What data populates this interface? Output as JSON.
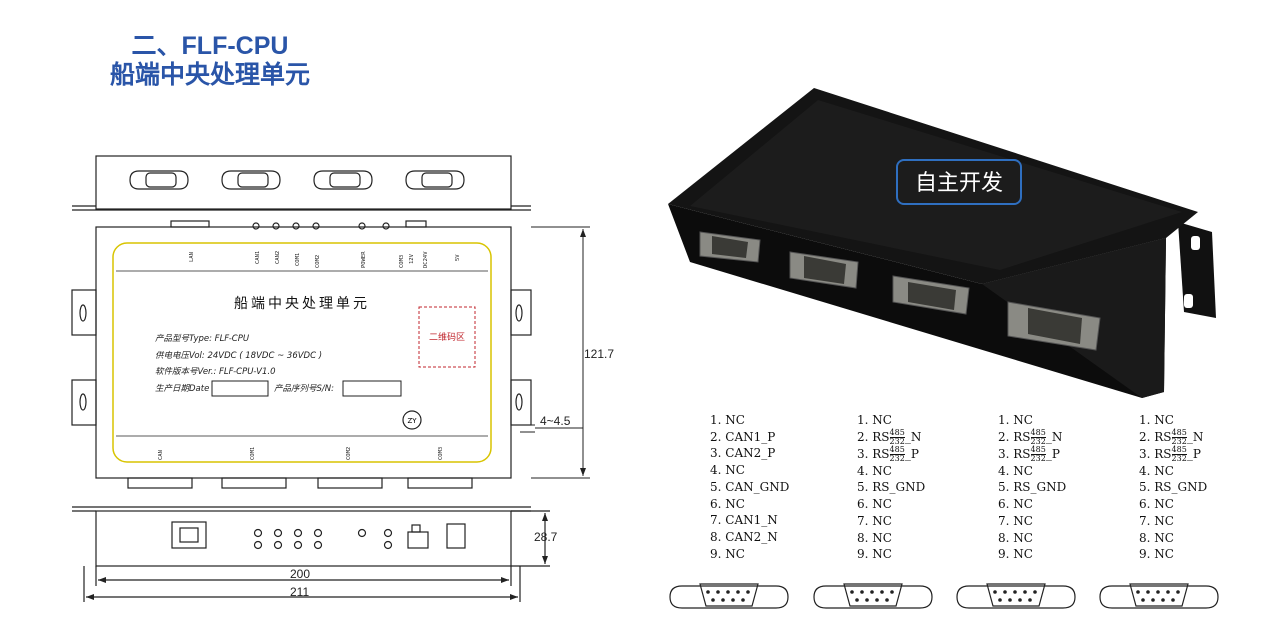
{
  "title": {
    "line1": "二、FLF-CPU",
    "line2": "船端中央处理单元"
  },
  "drawing": {
    "panel_title": "船端中央处理单元",
    "fields": {
      "type_label": "产品型号Type: FLF-CPU",
      "voltage_label": "供电电压Vol: 24VDC ( 18VDC ~ 36VDC )",
      "version_label": "软件版本号Ver.: FLF-CPU-V1.0",
      "date_label": "生产日期Date",
      "serial_label": "产品序列号S/N:"
    },
    "qr_label": "二维码区",
    "cert_mark": "ZY",
    "top_labels": [
      "LAN",
      "CAN1",
      "CAN2",
      "COM1",
      "COM2",
      "POWER",
      "COM3",
      "12V",
      "DC24V",
      "5V"
    ],
    "bottom_labels": [
      "CAN",
      "COM1",
      "COM2",
      "COM3"
    ],
    "dims": {
      "height": "121.7",
      "flange": "4~4.5",
      "depth": "28.7",
      "inner_width": "200",
      "outer_width": "211"
    }
  },
  "photo": {
    "badge": "自主开发"
  },
  "pinouts": [
    {
      "lines": [
        "1. NC",
        "2. CAN1_P",
        "3. CAN2_P",
        "4. NC",
        "5. CAN_GND",
        "6. NC",
        "7. CAN1_N",
        "8. CAN2_N",
        "9. NC"
      ]
    },
    {
      "lines": [
        "1. NC",
        "2. RS|485|232|_N",
        "3. RS|485|232|_P",
        "4. NC",
        "5. RS_GND",
        "6. NC",
        "7. NC",
        "8. NC",
        "9. NC"
      ]
    },
    {
      "lines": [
        "1. NC",
        "2. RS|485|232|_N",
        "3. RS|485|232|_P",
        "4. NC",
        "5. RS_GND",
        "6. NC",
        "7. NC",
        "8. NC",
        "9. NC"
      ]
    },
    {
      "lines": [
        "1. NC",
        "2. RS|485|232|_N",
        "3. RS|485|232|_P",
        "4. NC",
        "5. RS_GND",
        "6. NC",
        "7. NC",
        "8. NC",
        "9. NC"
      ]
    }
  ]
}
